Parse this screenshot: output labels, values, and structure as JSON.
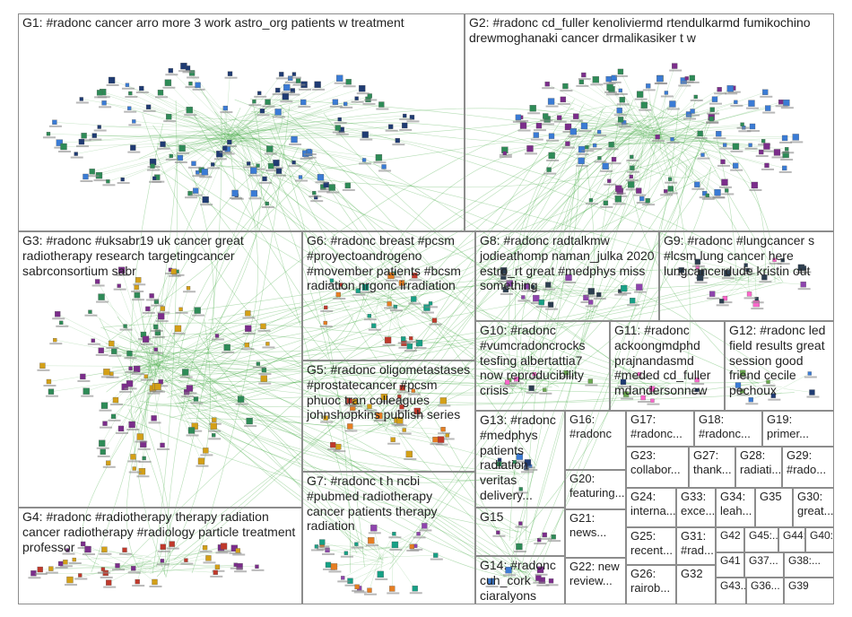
{
  "colors": {
    "edge": "#2ca02c",
    "border": "#8c8c8c",
    "node_palette": [
      "#1f3b73",
      "#3a7bd5",
      "#2e8b57",
      "#7b2d8b",
      "#d4a017",
      "#c0392b",
      "#e67e22",
      "#16a085",
      "#8e44ad",
      "#2c3e50",
      "#ff66cc",
      "#6aa84f"
    ]
  },
  "groups": [
    {
      "id": "G1",
      "label": "G1: #radonc cancer arro more 3 work astro_org patients w treatment"
    },
    {
      "id": "G2",
      "label": "G2: #radonc cd_fuller kenoliviermd rtendulkarmd fumikochino drewmoghanaki cancer drmalikasiker t w"
    },
    {
      "id": "G3",
      "label": "G3: #radonc #uksabr19 uk cancer great radiotherapy research targetingcancer sabrconsortium sabr"
    },
    {
      "id": "G4",
      "label": "G4: #radonc #radiotherapy therapy radiation cancer radiotherapy #radiology particle treatment professor"
    },
    {
      "id": "G5",
      "label": "G5: #radonc oligometastases #prostatecancer #pcsm phuoc tran colleagues johnshopkins publish series"
    },
    {
      "id": "G6",
      "label": "G6: #radonc breast #pcsm #proyectoandrogeno #movember patients #bcsm radiation nrgonc irradiation"
    },
    {
      "id": "G7",
      "label": "G7: #radonc t h ncbi #pubmed radiotherapy cancer patients therapy radiation"
    },
    {
      "id": "G8",
      "label": "G8: #radonc radtalkmw jodieathomp naman_julka 2020 estro_rt great #medphys miss something"
    },
    {
      "id": "G9",
      "label": "G9: #radonc #lungcancer s #lcsm lung cancer here lungcancerdude kristin out"
    },
    {
      "id": "G10",
      "label": "G10: #radonc #vumcradoncrocks tesfing albertattia7 now reproducibility crisis"
    },
    {
      "id": "G11",
      "label": "G11: #radonc ackoongmdphd prajnandasmd #meded cd_fuller mdandersonnew"
    },
    {
      "id": "G12",
      "label": "G12: #radonc led field results great session good friend cecile pechoux"
    },
    {
      "id": "G13",
      "label": "G13: #radonc #medphys patients radiation veritas delivery..."
    },
    {
      "id": "G14",
      "label": "G14: #radonc cuh_cork ciaralyons"
    },
    {
      "id": "G15",
      "label": "G15"
    },
    {
      "id": "G16",
      "label": "G16: #radonc"
    },
    {
      "id": "G17",
      "label": "G17: #radonc..."
    },
    {
      "id": "G18",
      "label": "G18: #radonc..."
    },
    {
      "id": "G19",
      "label": "G19: primer..."
    },
    {
      "id": "G20",
      "label": "G20: featuring..."
    },
    {
      "id": "G21",
      "label": "G21: news..."
    },
    {
      "id": "G22",
      "label": "G22: new review..."
    },
    {
      "id": "G23",
      "label": "G23: collabor..."
    },
    {
      "id": "G24",
      "label": "G24: interna..."
    },
    {
      "id": "G25",
      "label": "G25: recent..."
    },
    {
      "id": "G26",
      "label": "G26: rairob..."
    },
    {
      "id": "G27",
      "label": "G27: thank..."
    },
    {
      "id": "G28",
      "label": "G28: radiati..."
    },
    {
      "id": "G29",
      "label": "G29: #rado..."
    },
    {
      "id": "G30",
      "label": "G30: great..."
    },
    {
      "id": "G31",
      "label": "G31: #rad..."
    },
    {
      "id": "G32",
      "label": "G32"
    },
    {
      "id": "G33",
      "label": "G33: exce..."
    },
    {
      "id": "G34",
      "label": "G34: leah..."
    },
    {
      "id": "G35",
      "label": "G35"
    },
    {
      "id": "G36",
      "label": "G36..."
    },
    {
      "id": "G37",
      "label": "G37..."
    },
    {
      "id": "G38",
      "label": "G38:..."
    },
    {
      "id": "G39",
      "label": "G39"
    },
    {
      "id": "G40",
      "label": "G40:"
    },
    {
      "id": "G41",
      "label": "G41"
    },
    {
      "id": "G42",
      "label": "G42"
    },
    {
      "id": "G43",
      "label": "G43..."
    },
    {
      "id": "G44",
      "label": "G44:..."
    },
    {
      "id": "G45",
      "label": "G45:..."
    }
  ]
}
